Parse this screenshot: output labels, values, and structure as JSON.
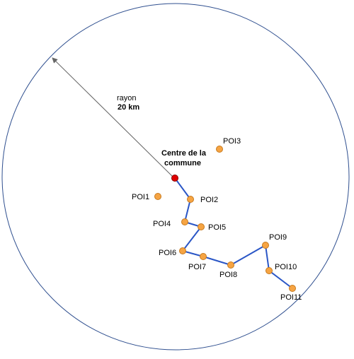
{
  "colors": {
    "boundary": "#2f4f8f",
    "route": "#2a56c6",
    "poi_fill": "#f6a443",
    "poi_stroke": "#c77a1e",
    "centre_fill": "#e00000",
    "centre_stroke": "#8a0000",
    "radius_line": "#666666"
  },
  "radius": {
    "label": "rayon",
    "value": "20 km"
  },
  "centre": {
    "label_line1": "Centre de la",
    "label_line2": "commune"
  },
  "pois": [
    {
      "id": "POI1",
      "label": "POI1"
    },
    {
      "id": "POI2",
      "label": "POI2"
    },
    {
      "id": "POI3",
      "label": "POI3"
    },
    {
      "id": "POI4",
      "label": "POI4"
    },
    {
      "id": "POI5",
      "label": "POI5"
    },
    {
      "id": "POI6",
      "label": "POI6"
    },
    {
      "id": "POI7",
      "label": "POI7"
    },
    {
      "id": "POI8",
      "label": "POI8"
    },
    {
      "id": "POI9",
      "label": "POI9"
    },
    {
      "id": "POI10",
      "label": "POI10"
    },
    {
      "id": "POI11",
      "label": "POI11"
    }
  ],
  "route_order": [
    "centre",
    "POI2",
    "POI4",
    "POI5",
    "POI6",
    "POI7",
    "POI8",
    "POI9",
    "POI10",
    "POI11"
  ]
}
